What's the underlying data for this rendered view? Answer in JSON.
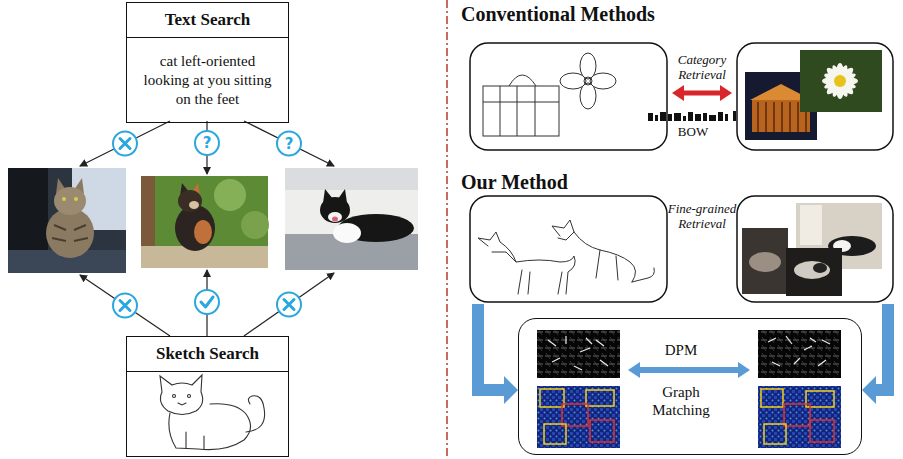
{
  "diagram": {
    "nodes": [
      {
        "text": [
          "Text Search",
          "cat left-oriented looking at you sitting on the feet"
        ]
      },
      {
        "text": [
          "Sketch Search"
        ]
      },
      {
        "text": [
          "DPM",
          "Graph Matching"
        ]
      }
    ],
    "labels": [
      "?",
      "?",
      "Conventional Methods",
      "Category Retrieval",
      "BOW",
      "Our Method",
      "Fine-grained Retrieval"
    ]
  }
}
